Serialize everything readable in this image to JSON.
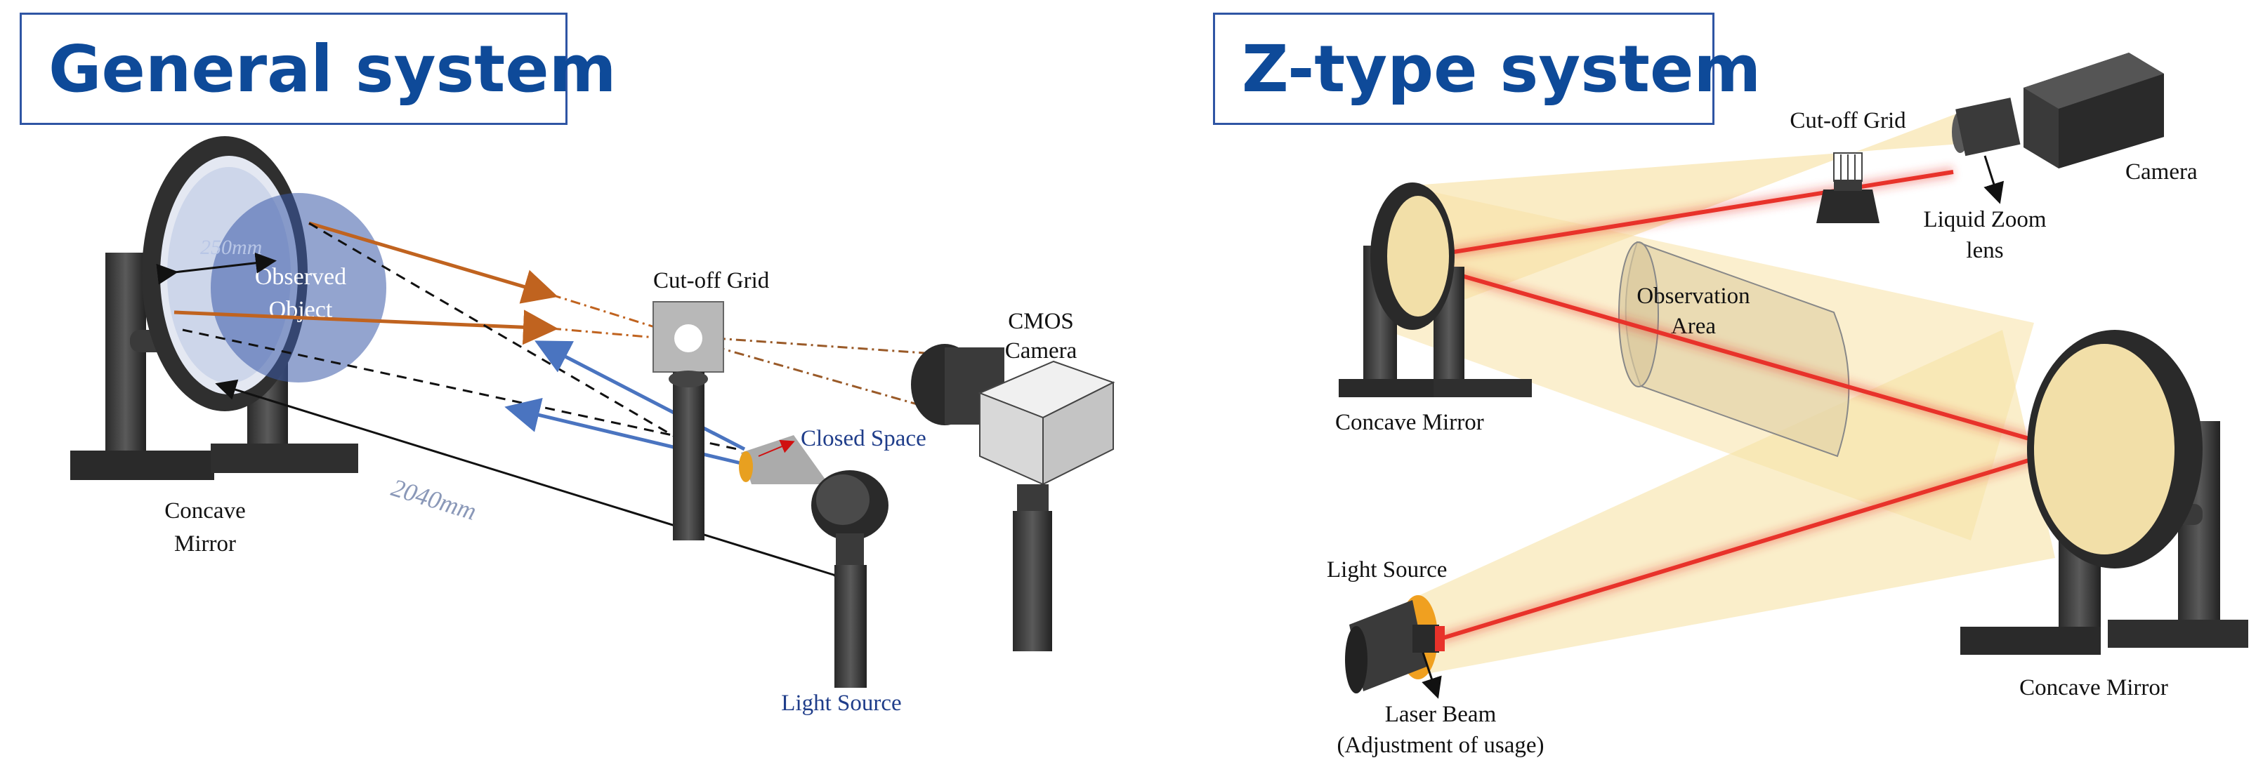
{
  "left_panel": {
    "title": "General system",
    "labels": {
      "observed_object_line1": "Observed",
      "observed_object_line2": "Object",
      "mirror_diameter": "250mm",
      "distance": "2040mm",
      "cutoff_grid": "Cut-off Grid",
      "cmos_line1": "CMOS",
      "cmos_line2": "Camera",
      "closed_space": "Closed Space",
      "concave_mirror_line1": "Concave",
      "concave_mirror_line2": "Mirror",
      "light_source": "Light Source"
    }
  },
  "right_panel": {
    "title": "Z-type system",
    "labels": {
      "cutoff_grid": "Cut-off Grid",
      "camera": "Camera",
      "liquid_zoom_line1": "Liquid Zoom",
      "liquid_zoom_line2": "lens",
      "observation_line1": "Observation",
      "observation_line2": "Area",
      "concave_mirror_left": "Concave Mirror",
      "concave_mirror_right": "Concave Mirror",
      "light_source": "Light Source",
      "laser_line1": "Laser Beam",
      "laser_line2": "(Adjustment of usage)"
    }
  },
  "colors": {
    "title_text": "#0e4a99",
    "title_border": "#2f55a4",
    "light_ray_orange": "#c0631f",
    "return_ray_blue": "#4a74c0",
    "laser_red": "#e8322a",
    "light_cone": "#f7e2a6"
  }
}
